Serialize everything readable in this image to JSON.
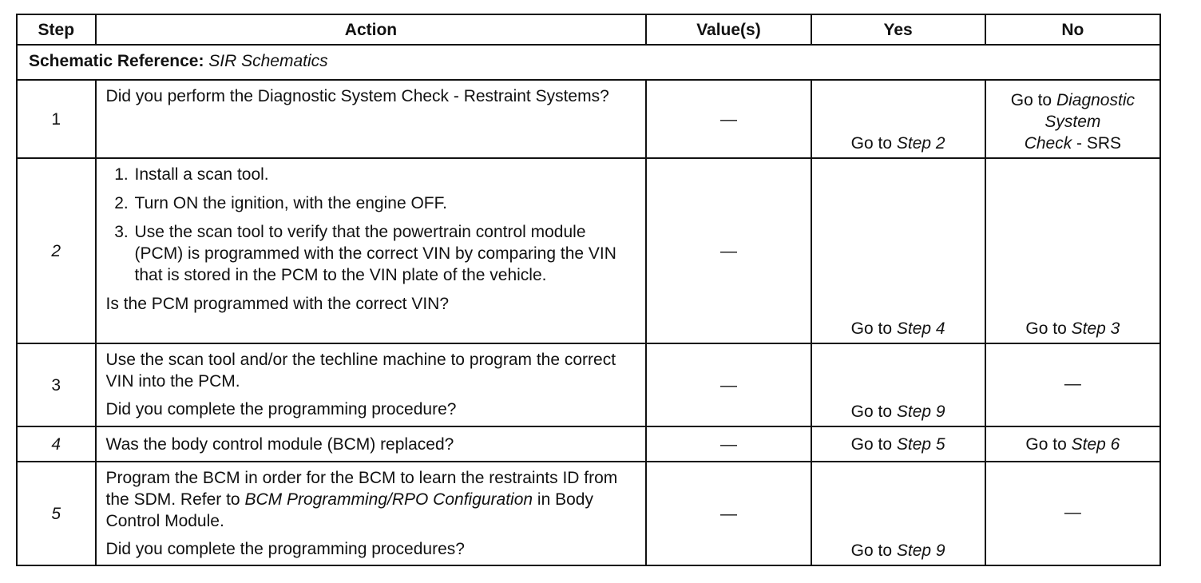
{
  "headers": {
    "step": "Step",
    "action": "Action",
    "values": "Value(s)",
    "yes": "Yes",
    "no": "No"
  },
  "schematic": {
    "label": "Schematic Reference:",
    "ref": "SIR Schematics"
  },
  "rows": [
    {
      "step": "1",
      "action_text": "Did you perform the Diagnostic System Check - Restraint Systems?",
      "value": "—",
      "yes_prefix": "Go to ",
      "yes_target": "Step 2",
      "no_prefix": "Go to ",
      "no_target_line1": "Diagnostic System",
      "no_target_line2": "Check",
      "no_suffix": " - SRS"
    },
    {
      "step": "2",
      "items": [
        "Install a scan tool.",
        "Turn ON the ignition, with the engine OFF.",
        "Use the scan tool to verify that the powertrain control module (PCM) is programmed with the correct VIN by comparing the VIN that is stored in the PCM to the VIN plate of the vehicle."
      ],
      "question": "Is the PCM programmed with the correct VIN?",
      "value": "—",
      "yes_prefix": "Go to ",
      "yes_target": "Step 4",
      "no_prefix": "Go to ",
      "no_target": "Step 3"
    },
    {
      "step": "3",
      "action_text": "Use the scan tool and/or the techline machine to program the correct VIN into the PCM.",
      "question": "Did you complete the programming procedure?",
      "value": "—",
      "yes_prefix": "Go to ",
      "yes_target": "Step 9",
      "no": "—"
    },
    {
      "step": "4",
      "action_text": "Was the body control module (BCM) replaced?",
      "value": "—",
      "yes_prefix": "Go to ",
      "yes_target": "Step 5",
      "no_prefix": "Go to ",
      "no_target": "Step 6"
    },
    {
      "step": "5",
      "action_pre": "Program the BCM in order for the BCM to learn the restraints ID from the SDM. Refer to ",
      "action_ref": "BCM Programming/RPO Configuration",
      "action_post": " in Body Control Module.",
      "question": "Did you complete the programming procedures?",
      "value": "—",
      "yes_prefix": "Go to ",
      "yes_target": "Step 9",
      "no": "—"
    }
  ]
}
